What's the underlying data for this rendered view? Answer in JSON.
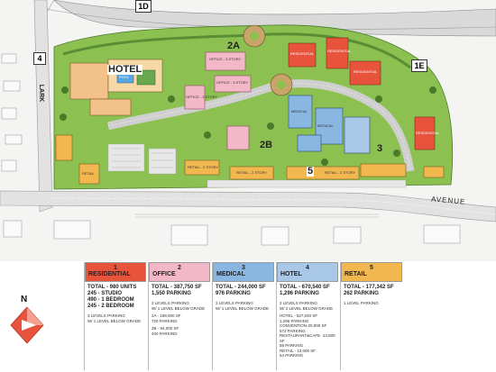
{
  "map": {
    "road_labels": {
      "lark": "LARK",
      "avenue": "AVENUE",
      "route_4": "4",
      "route_1e": "1E",
      "route_1d": "1D"
    },
    "building_labels": {
      "hotel": "HOTEL",
      "label_2a": "2A",
      "label_2b": "2B",
      "label_3": "3",
      "label_5": "5",
      "pool": "POOL",
      "office_3story_a": "OFFICE - 3 STORY",
      "office_3story_b": "OFFICE - 3 STORY",
      "office_3story_c": "OFFICE - 3 STORY",
      "residential_a": "RESIDENTIAL",
      "residential_b": "RESIDENTIAL",
      "residential_c": "RESIDENTIAL",
      "residential_d": "RESIDENTIAL",
      "medical_a": "MEDICAL",
      "medical_b": "MEDICAL",
      "retail_a": "RETAIL - 2 STORY",
      "retail_b": "RETAIL - 2 STORY",
      "retail_c": "RETAIL - 2 STORY",
      "retail_d": "RETAIL"
    },
    "colors": {
      "residential": "#e8533b",
      "office": "#f3b8c8",
      "medical": "#8ab6e2",
      "hotel": "#a9c8e8",
      "retail": "#f3b74f",
      "landscape": "#7fb64a",
      "road": "#b9b9b9"
    }
  },
  "legend": [
    {
      "number": "1",
      "name": "RESIDENTIAL",
      "color": "#e8533b",
      "totals": "TOTAL - 980 UNITS\n245 - STUDIO\n490 - 1 BEDROOM\n245 - 2 BEDROOM",
      "notes": [
        "3 LEVELS PARKING\nW/ 1 LEVEL BELOW GRADE"
      ]
    },
    {
      "number": "2",
      "name": "OFFICE",
      "color": "#f3b8c8",
      "totals": "TOTAL - 387,750 SF\n1,550 PARKING",
      "notes": [
        "3 LEVELS PARKING\nW/ 1 LEVEL BELOW GRADE",
        "2A - 189,000 SF\n720 PARKING",
        "2B - 94,000 SF\n400 PARKING"
      ]
    },
    {
      "number": "3",
      "name": "MEDICAL",
      "color": "#8ab6e2",
      "totals": "TOTAL - 244,000 SF\n976 PARKING",
      "notes": [
        "2 LEVELS PARKING\nW/ 1 LEVEL BELOW GRADE"
      ]
    },
    {
      "number": "4",
      "name": "HOTEL",
      "color": "#a9c8e8",
      "totals": "TOTAL - 670,540 SF\n1,296 PARKING",
      "notes": [
        "2 LEVELS PARKING\nW/ 2 LEVEL BELOW GRADE",
        "HOTEL - 527,040 SF\n1,296 PARKING\nCONVENTION-20,000 SF\n572 PARKING\nRESTAURANT&CAFE -13,500 SF\n58 PARKING\nRETAIL - 13,000 SF\n54 PARKING"
      ]
    },
    {
      "number": "5",
      "name": "RETAIL",
      "color": "#f3b74f",
      "totals": "TOTAL - 177,342 SF\n262 PARKING",
      "notes": [
        "1 LEVEL PARKING"
      ]
    }
  ],
  "north_label": "N"
}
